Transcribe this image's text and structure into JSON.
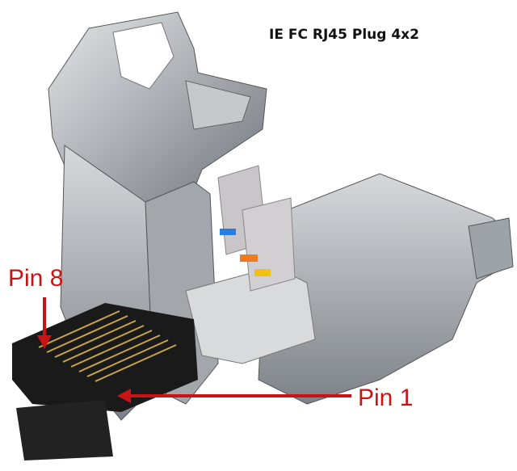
{
  "title": "IE FC RJ45 Plug 4x2",
  "labels": {
    "pin8": "Pin 8",
    "pin1": "Pin 1"
  },
  "colors": {
    "arrow": "#c81414",
    "metal": "#b9bcc0",
    "connector": "#1a1a1a"
  }
}
